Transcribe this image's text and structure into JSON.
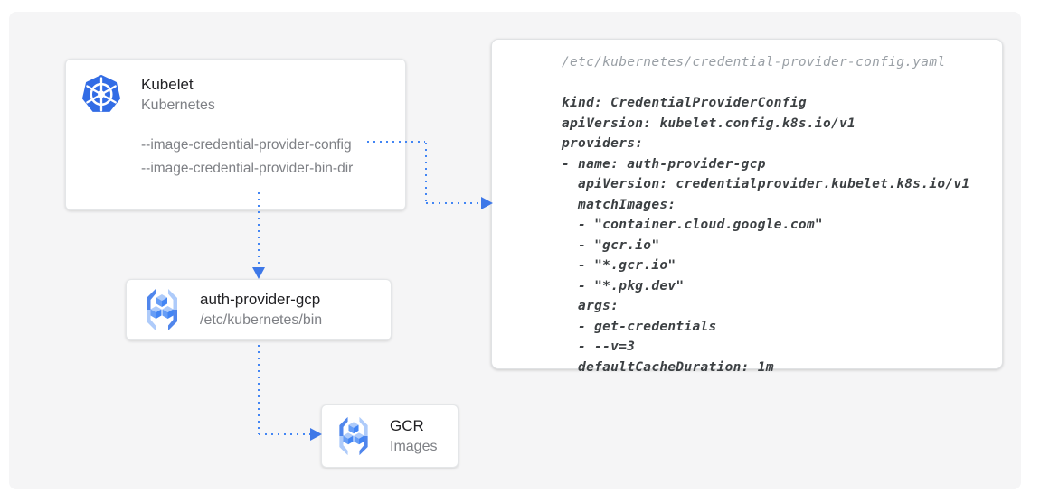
{
  "colors": {
    "accent_blue": "#4285f4",
    "arrowhead_blue": "#3e78e8",
    "kubernetes_blue": "#326ce5",
    "frame_background": "#f5f5f6",
    "code_text": "#3c4043",
    "code_header_text": "#9aa0a6",
    "secondary_text": "#7e8085"
  },
  "kubelet_box": {
    "title": "Kubelet",
    "subtitle": "Kubernetes",
    "flags": [
      "--image-credential-provider-config",
      "--image-credential-provider-bin-dir"
    ]
  },
  "auth_box": {
    "title": "auth-provider-gcp",
    "subtitle": "/etc/kubernetes/bin"
  },
  "gcr_box": {
    "title": "GCR",
    "subtitle": "Images"
  },
  "code_panel": {
    "header": "/etc/kubernetes/credential-provider-config.yaml",
    "lines": [
      "kind: CredentialProviderConfig",
      "apiVersion: kubelet.config.k8s.io/v1",
      "providers:",
      "- name: auth-provider-gcp",
      "  apiVersion: credentialprovider.kubelet.k8s.io/v1",
      "  matchImages:",
      "  - \"container.cloud.google.com\"",
      "  - \"gcr.io\"",
      "  - \"*.gcr.io\"",
      "  - \"*.pkg.dev\"",
      "  args:",
      "  - get-credentials",
      "  - --v=3",
      "  defaultCacheDuration: 1m"
    ]
  }
}
